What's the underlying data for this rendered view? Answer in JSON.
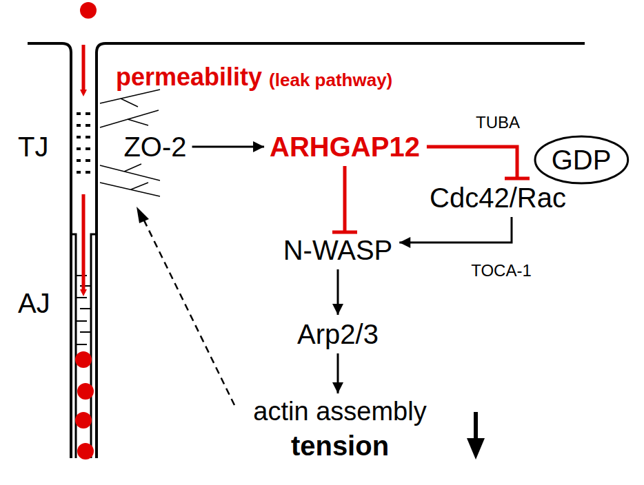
{
  "diagram": {
    "nodes": [
      {
        "text": [
          "ZO-2"
        ]
      },
      {
        "text": [
          "ARHGAP12"
        ]
      },
      {
        "text": [
          "GDP"
        ]
      },
      {
        "text": [
          "Cdc42/Rac"
        ]
      },
      {
        "text": [
          "N-WASP"
        ]
      },
      {
        "text": [
          "Arp2/3"
        ]
      },
      {
        "text": [
          "actin assembly",
          "tension"
        ]
      }
    ],
    "edges": [
      {
        "from": 0,
        "to": 1,
        "arrow": "to"
      },
      {
        "from": 1,
        "to": 3,
        "label": "TUBA",
        "arrow": "to"
      },
      {
        "from": 1,
        "to": 4,
        "arrow": "to"
      },
      {
        "from": 3,
        "to": 4,
        "label": "TOCA-1",
        "arrow": "to"
      },
      {
        "from": 4,
        "to": 5,
        "arrow": "to"
      },
      {
        "from": 5,
        "to": 6,
        "arrow": "to"
      }
    ],
    "labels": [
      "permeability",
      "(leak pathway)",
      "TJ",
      "AJ"
    ]
  }
}
